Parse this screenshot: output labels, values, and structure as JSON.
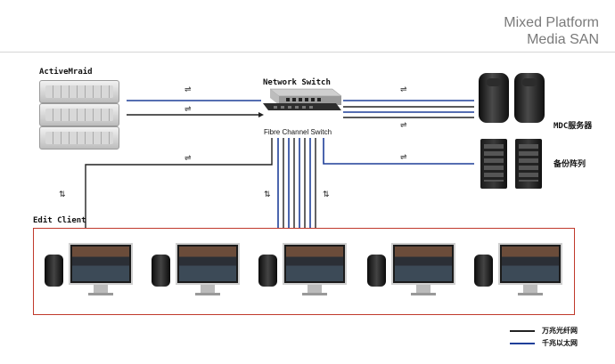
{
  "header": {
    "title_line1": "Mixed Platform",
    "title_line2": "Media SAN"
  },
  "nodes": {
    "storage": "ActiveMraid",
    "network_switch": "Network Switch",
    "fc_switch": "Fibre Channel Switch",
    "mdc": "MDC服务器",
    "backup": "备份阵列",
    "edit_client": "Edit Client"
  },
  "legend": [
    {
      "label": "万兆光纤网",
      "color": "#222222"
    },
    {
      "label": "千兆以太网",
      "color": "#1f3f99"
    }
  ],
  "colors": {
    "fiber": "#222222",
    "ethernet": "#1f3f99",
    "client_frame": "#c0392b"
  },
  "client_count": 5,
  "icons": {
    "link_arrow": "⇌",
    "vertical_arrow": "⇅"
  }
}
